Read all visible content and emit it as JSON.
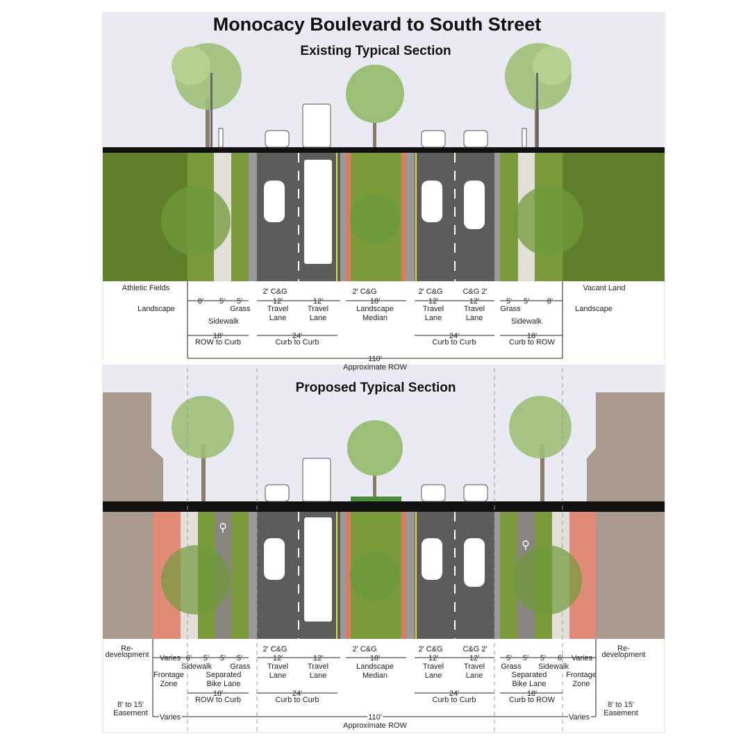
{
  "title": "Monocacy Boulevard to South Street",
  "existing": {
    "heading": "Existing Typical Section",
    "left_land": "Athletic Fields",
    "right_land": "Vacant Land",
    "labels": {
      "cg": "2' C&G",
      "cg_r": "C&G 2'",
      "d8": "8'",
      "d5": "5'",
      "d12": "12'",
      "d18": "18'",
      "d24": "24'",
      "d110": "110'",
      "landscape": "Landscape",
      "sidewalk": "Sidewalk",
      "grass": "Grass",
      "travel": "Travel",
      "lane": "Lane",
      "landscape_word": "Landscape",
      "median": "Median",
      "row_to_curb": "ROW to Curb",
      "curb_to_curb": "Curb to Curb",
      "curb_to_row": "Curb to ROW",
      "approx_row": "Approximate ROW"
    }
  },
  "proposed": {
    "heading": "Proposed Typical Section",
    "left_land": [
      "Re-",
      "development"
    ],
    "right_land": [
      "Re-",
      "development"
    ],
    "labels": {
      "varies": "Varies",
      "d6": "6'",
      "d5": "5'",
      "d12": "12'",
      "d18": "18'",
      "d24": "24'",
      "d110": "110'",
      "cg": "2' C&G",
      "cg_r": "C&G 2'",
      "sidewalk": "Sidewalk",
      "separated": "Separated",
      "bike_lane": "Bike Lane",
      "grass": "Grass",
      "frontage": "Frontage",
      "zone": "Zone",
      "easement_range": "8' to 15'",
      "easement": "Easement",
      "travel": "Travel",
      "lane": "Lane",
      "landscape_word": "Landscape",
      "median": "Median",
      "row_to_curb": "ROW to Curb",
      "curb_to_curb": "Curb to Curb",
      "curb_to_row": "Curb to ROW",
      "approx_row": "Approximate ROW"
    }
  },
  "colors": {
    "grass": "#7a9a3c",
    "field": "#5f7f2b",
    "road": "#5c5c5c",
    "red": "#d97a62",
    "building": "#a89a8c",
    "sky": "#e9eaf2"
  }
}
